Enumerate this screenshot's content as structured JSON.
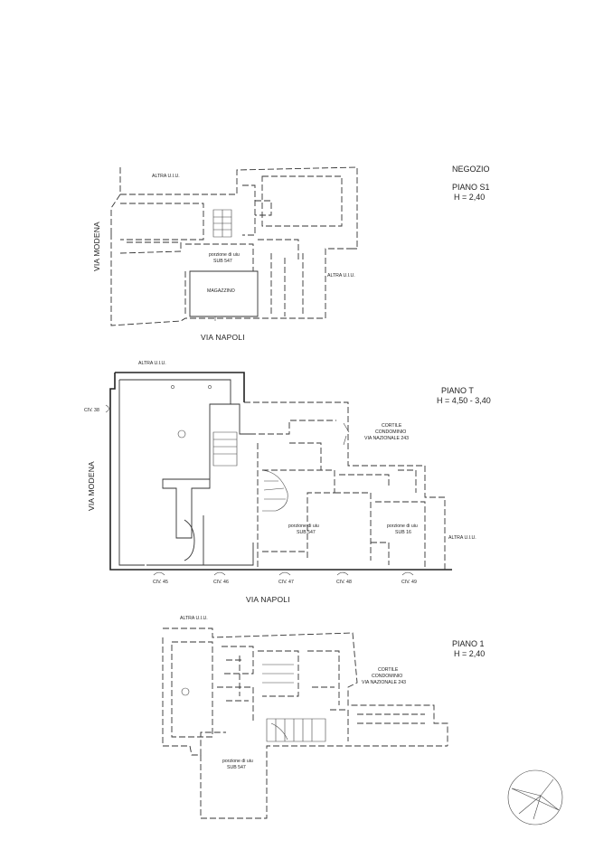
{
  "header": {
    "title": "NEGOZIO"
  },
  "floors": [
    {
      "name": "PIANO S1",
      "height": "H = 2,40",
      "labels": {
        "altra_top": "ALTRA U.I.U.",
        "altra_right": "ALTRA U.I.U.",
        "street_left": "VIA MODENA",
        "street_bottom": "VIA NAPOLI",
        "portion_line1": "porzione di uiu",
        "portion_line2": "SUB 547",
        "room": "MAGAZZINO"
      }
    },
    {
      "name": "PIANO T",
      "height": "H = 4,50 - 3,40",
      "labels": {
        "altra_top": "ALTRA U.I.U.",
        "altra_right": "ALTRA U.I.U.",
        "street_left": "VIA MODENA",
        "street_bottom": "VIA NAPOLI",
        "civ_left": "CIV. 38",
        "cortile_line1": "CORTILE",
        "cortile_line2": "CONDOMINIO",
        "cortile_line3": "VIA NAZIONALE 243",
        "portion_line1": "porzione di uiu",
        "portion_line2": "SUB 547",
        "portion2_line1": "porzione di uiu",
        "portion2_line2": "SUB 16",
        "civici": [
          "CIV. 45",
          "CIV. 46",
          "CIV. 47",
          "CIV. 48",
          "CIV. 49"
        ]
      }
    },
    {
      "name": "PIANO 1",
      "height": "H = 2,40",
      "labels": {
        "altra_top": "ALTRA U.I.U.",
        "cortile_line1": "CORTILE",
        "cortile_line2": "CONDOMINIO",
        "cortile_line3": "VIA NAZIONALE 243",
        "portion_line1": "porzione di uiu",
        "portion_line2": "SUB 547"
      }
    }
  ],
  "colors": {
    "ink": "#222222",
    "paper": "#ffffff"
  },
  "icons": {
    "north_arrow": "north-arrow-icon"
  }
}
